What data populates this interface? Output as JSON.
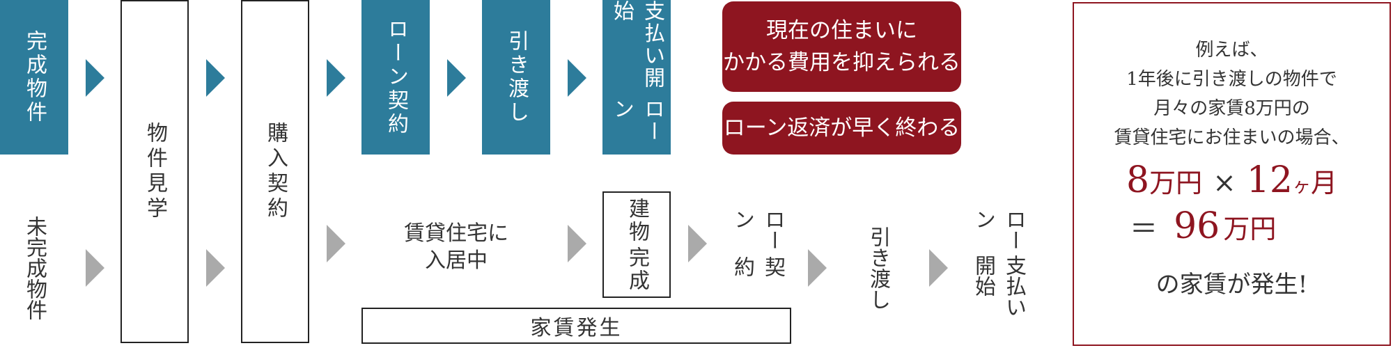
{
  "top_row": {
    "completed": "完成物件",
    "loan_contract": "ローン契約",
    "handover": "引き渡し",
    "loan_start_line1": "支払い開始",
    "loan_start_line2": "ローン"
  },
  "shared": {
    "viewing": "物件見学",
    "purchase_contract": "購入契約"
  },
  "bottom_row": {
    "incomplete": "未完成物件",
    "rental_line1": "賃貸住宅に",
    "rental_line2": "入居中",
    "building_line1": "建物",
    "building_line2": "完成",
    "loan_contract_line1": "ローン",
    "loan_contract_line2": "契約",
    "handover": "引き渡し",
    "loan_start_line1": "ローン",
    "loan_start_line2": "支払い開始",
    "rent_bar": "家賃発生"
  },
  "benefits": {
    "benefit1_line1": "現在の住まいに",
    "benefit1_line2": "かかる費用を抑えられる",
    "benefit2": "ローン返済が早く終わる"
  },
  "example": {
    "line1": "例えば、",
    "line2": "1年後に引き渡しの物件で",
    "line3": "月々の家賃8万円の",
    "line4": "賃貸住宅にお住まいの場合、",
    "calc_a_num": "8",
    "calc_a_unit": "万円",
    "calc_times": "×",
    "calc_b_num": "12",
    "calc_b_unit_small": "ヶ",
    "calc_b_unit": "月",
    "calc_eq": "＝",
    "calc_result_num": "96",
    "calc_result_unit": "万円",
    "conclusion": "の家賃が発生!"
  },
  "colors": {
    "teal": "#2d7c9b",
    "dark_red": "#8e1520",
    "gray_arrow": "#aaaaaa"
  }
}
